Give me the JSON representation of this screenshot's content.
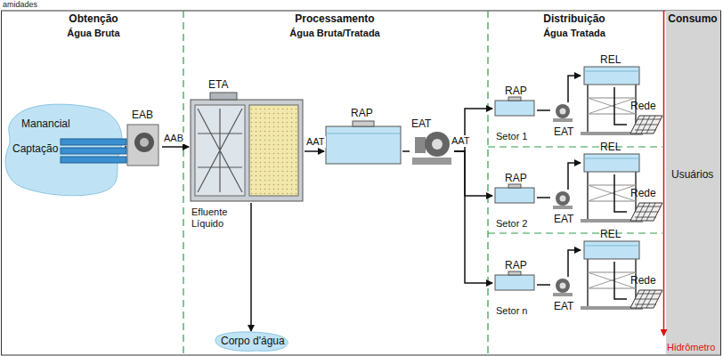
{
  "diagram": {
    "nodes": [
      {
        "text": [
          "Manancial",
          "Captação"
        ]
      },
      {
        "text": [
          "EAB"
        ]
      },
      {
        "text": [
          "ETA"
        ]
      },
      {
        "text": [
          "RAP"
        ]
      },
      {
        "text": [
          "EAT"
        ]
      },
      {
        "text": [
          "RAP"
        ]
      },
      {
        "text": [
          "EAT"
        ]
      },
      {
        "text": [
          "REL"
        ]
      },
      {
        "text": [
          "Rede"
        ]
      },
      {
        "text": [
          "RAP"
        ]
      },
      {
        "text": [
          "EAT"
        ]
      },
      {
        "text": [
          "REL"
        ]
      },
      {
        "text": [
          "Rede"
        ]
      },
      {
        "text": [
          "RAP"
        ]
      },
      {
        "text": [
          "EAT"
        ]
      },
      {
        "text": [
          "REL"
        ]
      },
      {
        "text": [
          "Rede"
        ]
      },
      {
        "text": [
          "Corpo d'água"
        ]
      },
      {
        "text": [
          "Usuários"
        ]
      }
    ],
    "edges": [
      {
        "from": 0,
        "to": 1,
        "arrow": "none"
      },
      {
        "from": 1,
        "to": 2,
        "label": "AAB",
        "arrow": "to"
      },
      {
        "from": 2,
        "to": 3,
        "label": "AAT",
        "arrow": "to"
      },
      {
        "from": 3,
        "to": 4,
        "arrow": "none"
      },
      {
        "from": 4,
        "to": 5,
        "label": "AAT",
        "arrow": "to"
      },
      {
        "from": 4,
        "to": 9,
        "arrow": "to"
      },
      {
        "from": 4,
        "to": 13,
        "arrow": "to"
      },
      {
        "from": 5,
        "to": 6,
        "arrow": "none"
      },
      {
        "from": 6,
        "to": 7,
        "arrow": "to"
      },
      {
        "from": 7,
        "to": 8,
        "arrow": "none"
      },
      {
        "from": 9,
        "to": 10,
        "arrow": "none"
      },
      {
        "from": 10,
        "to": 11,
        "arrow": "to"
      },
      {
        "from": 11,
        "to": 12,
        "arrow": "none"
      },
      {
        "from": 13,
        "to": 14,
        "arrow": "none"
      },
      {
        "from": 14,
        "to": 15,
        "arrow": "to"
      },
      {
        "from": 15,
        "to": 16,
        "arrow": "none"
      },
      {
        "from": 2,
        "to": 17,
        "label": "Efluente Líquido",
        "arrow": "to"
      }
    ],
    "labels": [
      "amidades",
      "Obtenção",
      "Água Bruta",
      "Processamento",
      "Água Bruta/Tratada",
      "Distribuição",
      "Água Tratada",
      "Consumo",
      "Setor 1",
      "Setor 2",
      "Setor n",
      "Hidrômetro"
    ]
  }
}
